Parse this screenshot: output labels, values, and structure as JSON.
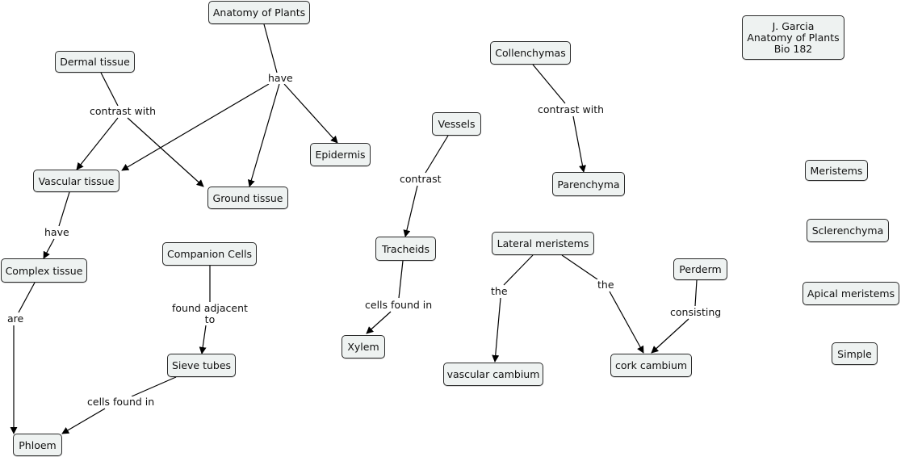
{
  "nodes": {
    "anatomy_of_plants": "Anatomy of Plants",
    "dermal_tissue": "Dermal tissue",
    "epidermis": "Epidermis",
    "vascular_tissue": "Vascular tissue",
    "ground_tissue": "Ground tissue",
    "complex_tissue": "Complex tissue",
    "companion_cells": "Companion Cells",
    "sieve_tubes": "Sieve tubes",
    "phloem": "Phloem",
    "vessels": "Vessels",
    "tracheids": "Tracheids",
    "xylem": "Xylem",
    "collenchymas": "Collenchymas",
    "parenchyma": "Parenchyma",
    "lateral_meristems": "Lateral meristems",
    "vascular_cambium": "vascular cambium",
    "perderm": "Perderm",
    "cork_cambium": "cork cambium",
    "meristems": "Meristems",
    "sclerenchyma": "Sclerenchyma",
    "apical_meristems": "Apical meristems",
    "simple": "Simple"
  },
  "info_box": {
    "line1": "J. Garcia",
    "line2": "Anatomy of Plants",
    "line3": "Bio 182"
  },
  "links": {
    "have_top": "have",
    "contrast_with_left": "contrast with",
    "have_vascular": "have",
    "are": "are",
    "found_adjacent_1": "found adjacent",
    "found_adjacent_2": "to",
    "cells_found_in_phloem": "cells found in",
    "contrast": "contrast",
    "cells_found_in_xylem": "cells found in",
    "contrast_with_right": "contrast with",
    "the_left": "the",
    "the_right": "the",
    "consisting": "consisting"
  },
  "colors": {
    "node_fill": "#eef2f1",
    "node_border": "#2a2a2a",
    "edge": "#000000"
  }
}
